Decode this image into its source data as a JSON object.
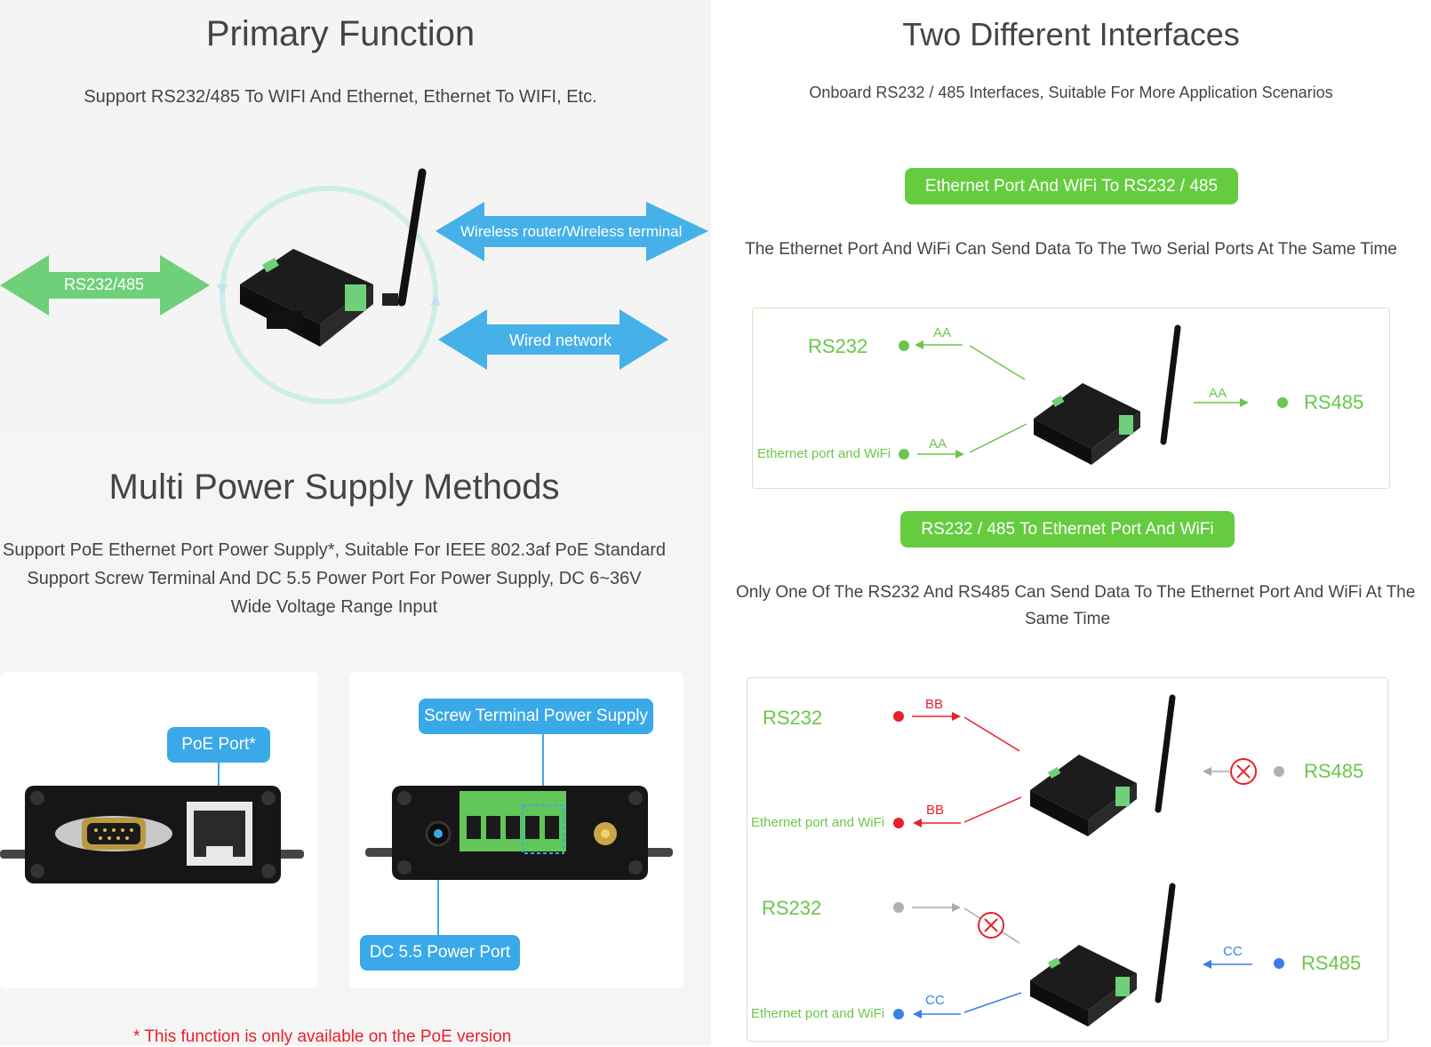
{
  "left": {
    "primary": {
      "title": "Primary Function",
      "subtitle": "Support RS232/485 To WIFI And Ethernet, Ethernet To WIFI, Etc.",
      "arrow_left": "RS232/485",
      "arrow_top_right": "Wireless router/Wireless terminal",
      "arrow_bottom_right": "Wired network"
    },
    "power": {
      "title": "Multi Power Supply Methods",
      "line1": "Support PoE Ethernet Port Power Supply*, Suitable For IEEE 802.3af PoE Standard",
      "line2": "Support Screw Terminal And DC 5.5 Power Port For Power Supply, DC 6~36V",
      "line3": "Wide Voltage Range Input",
      "poe_label": "PoE Port*",
      "screw_label": "Screw Terminal Power Supply",
      "dc_label": "DC 5.5 Power Port",
      "footnote": "* This function is only available on the PoE version"
    }
  },
  "right": {
    "title": "Two Different Interfaces",
    "subtitle": "Onboard RS232 / 485 Interfaces, Suitable For More Application Scenarios",
    "mode1": {
      "button": "Ethernet Port And WiFi To RS232 / 485",
      "desc": "The Ethernet Port And WiFi Can Send Data To The Two Serial Ports At The Same Time",
      "rs232": "RS232",
      "rs485": "RS485",
      "eth": "Ethernet port and WiFi",
      "data_a": "AA"
    },
    "mode2": {
      "button": "RS232 / 485 To Ethernet Port And WiFi",
      "desc1": "Only One Of The RS232 And RS485 Can Send Data To The Ethernet Port And WiFi At The",
      "desc2": "Same Time",
      "rs232": "RS232",
      "rs485": "RS485",
      "eth": "Ethernet port and WiFi",
      "data_b": "BB",
      "data_c": "CC"
    }
  },
  "colors": {
    "green": "#65cc3f",
    "light_green_arrow": "#6fd07a",
    "blue_arrow": "#45b1e8",
    "red": "#e8202a",
    "blue_dot": "#3a7ee8",
    "grey_dot": "#b0b0b0",
    "footnote_red": "#e8202a"
  },
  "icons": [
    "antenna-icon",
    "device-icon",
    "cross-circle-icon",
    "db9-port-icon",
    "rj45-port-icon",
    "terminal-block-icon"
  ]
}
